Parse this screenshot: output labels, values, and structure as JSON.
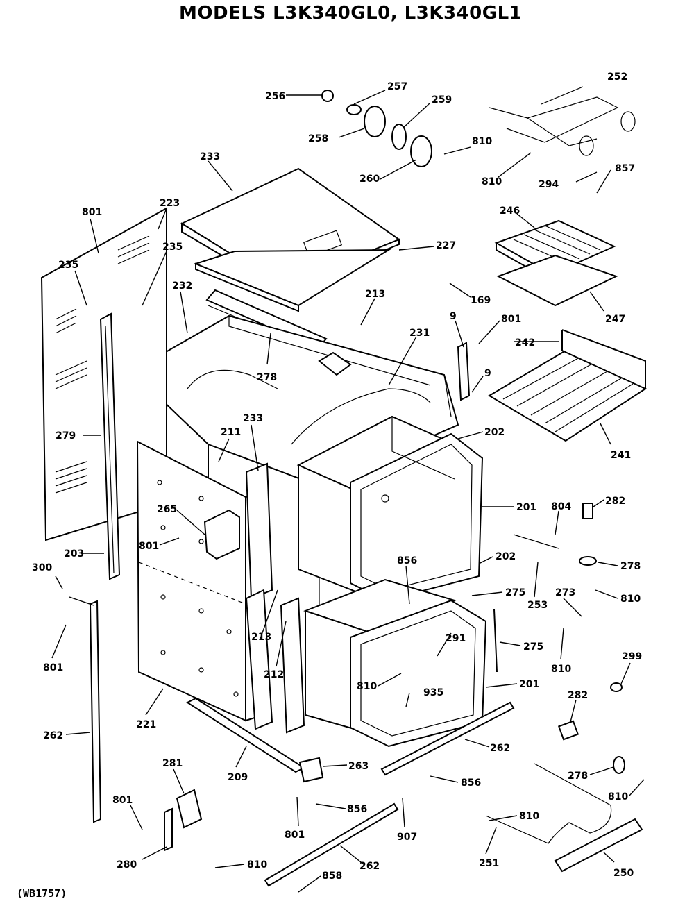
{
  "title": "MODELS L3K340GL0, L3K340GL1",
  "drawing_code": "(WB1757)",
  "parts": [
    {
      "id": "p252",
      "text": "252"
    },
    {
      "id": "p256",
      "text": "256"
    },
    {
      "id": "p257",
      "text": "257"
    },
    {
      "id": "p259",
      "text": "259"
    },
    {
      "id": "p258",
      "text": "258"
    },
    {
      "id": "p810a",
      "text": "810"
    },
    {
      "id": "p810b",
      "text": "810"
    },
    {
      "id": "p260",
      "text": "260"
    },
    {
      "id": "p294",
      "text": "294"
    },
    {
      "id": "p857",
      "text": "857"
    },
    {
      "id": "p233a",
      "text": "233"
    },
    {
      "id": "p801a",
      "text": "801"
    },
    {
      "id": "p223",
      "text": "223"
    },
    {
      "id": "p246",
      "text": "246"
    },
    {
      "id": "p235a",
      "text": "235"
    },
    {
      "id": "p227",
      "text": "227"
    },
    {
      "id": "p235b",
      "text": "235"
    },
    {
      "id": "p232",
      "text": "232"
    },
    {
      "id": "p213a",
      "text": "213"
    },
    {
      "id": "p169",
      "text": "169"
    },
    {
      "id": "p247",
      "text": "247"
    },
    {
      "id": "p9a",
      "text": "9"
    },
    {
      "id": "p801b",
      "text": "801"
    },
    {
      "id": "p231",
      "text": "231"
    },
    {
      "id": "p242",
      "text": "242"
    },
    {
      "id": "p278a",
      "text": "278"
    },
    {
      "id": "p9b",
      "text": "9"
    },
    {
      "id": "p279",
      "text": "279"
    },
    {
      "id": "p233b",
      "text": "233"
    },
    {
      "id": "p211",
      "text": "211"
    },
    {
      "id": "p202a",
      "text": "202"
    },
    {
      "id": "p241",
      "text": "241"
    },
    {
      "id": "p201a",
      "text": "201"
    },
    {
      "id": "p804",
      "text": "804"
    },
    {
      "id": "p282a",
      "text": "282"
    },
    {
      "id": "p265",
      "text": "265"
    },
    {
      "id": "p801c",
      "text": "801"
    },
    {
      "id": "p203",
      "text": "203"
    },
    {
      "id": "p856a",
      "text": "856"
    },
    {
      "id": "p202b",
      "text": "202"
    },
    {
      "id": "p278b",
      "text": "278"
    },
    {
      "id": "p300",
      "text": "300"
    },
    {
      "id": "p275a",
      "text": "275"
    },
    {
      "id": "p273",
      "text": "273"
    },
    {
      "id": "p810c",
      "text": "810"
    },
    {
      "id": "p253",
      "text": "253"
    },
    {
      "id": "p213b",
      "text": "213"
    },
    {
      "id": "p291",
      "text": "291"
    },
    {
      "id": "p275b",
      "text": "275"
    },
    {
      "id": "p801d",
      "text": "801"
    },
    {
      "id": "p212",
      "text": "212"
    },
    {
      "id": "p810d",
      "text": "810"
    },
    {
      "id": "p299",
      "text": "299"
    },
    {
      "id": "p810e",
      "text": "810"
    },
    {
      "id": "p201b",
      "text": "201"
    },
    {
      "id": "p935",
      "text": "935"
    },
    {
      "id": "p221",
      "text": "221"
    },
    {
      "id": "p282b",
      "text": "282"
    },
    {
      "id": "p262a",
      "text": "262"
    },
    {
      "id": "p262b",
      "text": "262"
    },
    {
      "id": "p281",
      "text": "281"
    },
    {
      "id": "p263",
      "text": "263"
    },
    {
      "id": "p209",
      "text": "209"
    },
    {
      "id": "p278c",
      "text": "278"
    },
    {
      "id": "p856b",
      "text": "856"
    },
    {
      "id": "p810f",
      "text": "810"
    },
    {
      "id": "p801e",
      "text": "801"
    },
    {
      "id": "p856c",
      "text": "856"
    },
    {
      "id": "p810g",
      "text": "810"
    },
    {
      "id": "p801f",
      "text": "801"
    },
    {
      "id": "p907",
      "text": "907"
    },
    {
      "id": "p251",
      "text": "251"
    },
    {
      "id": "p280",
      "text": "280"
    },
    {
      "id": "p810h",
      "text": "810"
    },
    {
      "id": "p262c",
      "text": "262"
    },
    {
      "id": "p250",
      "text": "250"
    },
    {
      "id": "p858",
      "text": "858"
    }
  ]
}
